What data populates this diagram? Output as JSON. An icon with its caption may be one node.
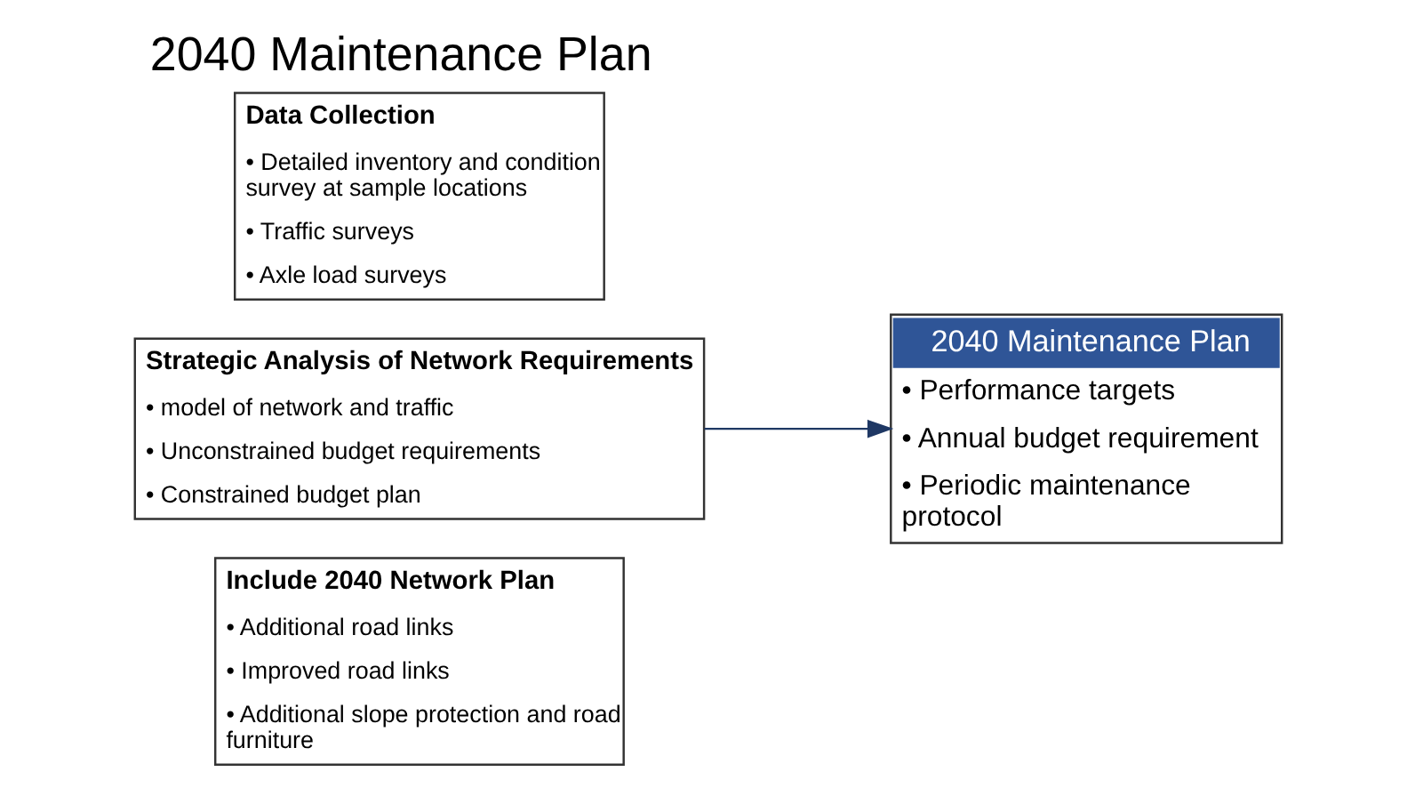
{
  "diagram": {
    "title": "2040 Maintenance Plan",
    "nodes": [
      {
        "text": [
          "Data Collection",
          "• Detailed inventory and condition survey at sample locations",
          "• Traffic surveys",
          "• Axle load surveys"
        ]
      },
      {
        "text": [
          "Strategic Analysis of Network Requirements",
          "• model of network and traffic",
          "• Unconstrained budget requirements",
          "• Constrained budget plan"
        ]
      },
      {
        "text": [
          "Include 2040 Network Plan",
          "• Additional road links",
          "• Improved road links",
          "• Additional slope protection and road furniture"
        ]
      },
      {
        "text": [
          "2040 Maintenance Plan",
          "• Performance targets",
          "• Annual budget requirement",
          "• Periodic maintenance protocol"
        ]
      }
    ],
    "edges": [
      {
        "from": 1,
        "to": 3,
        "arrow": "to",
        "color": "#1f3864"
      }
    ]
  }
}
